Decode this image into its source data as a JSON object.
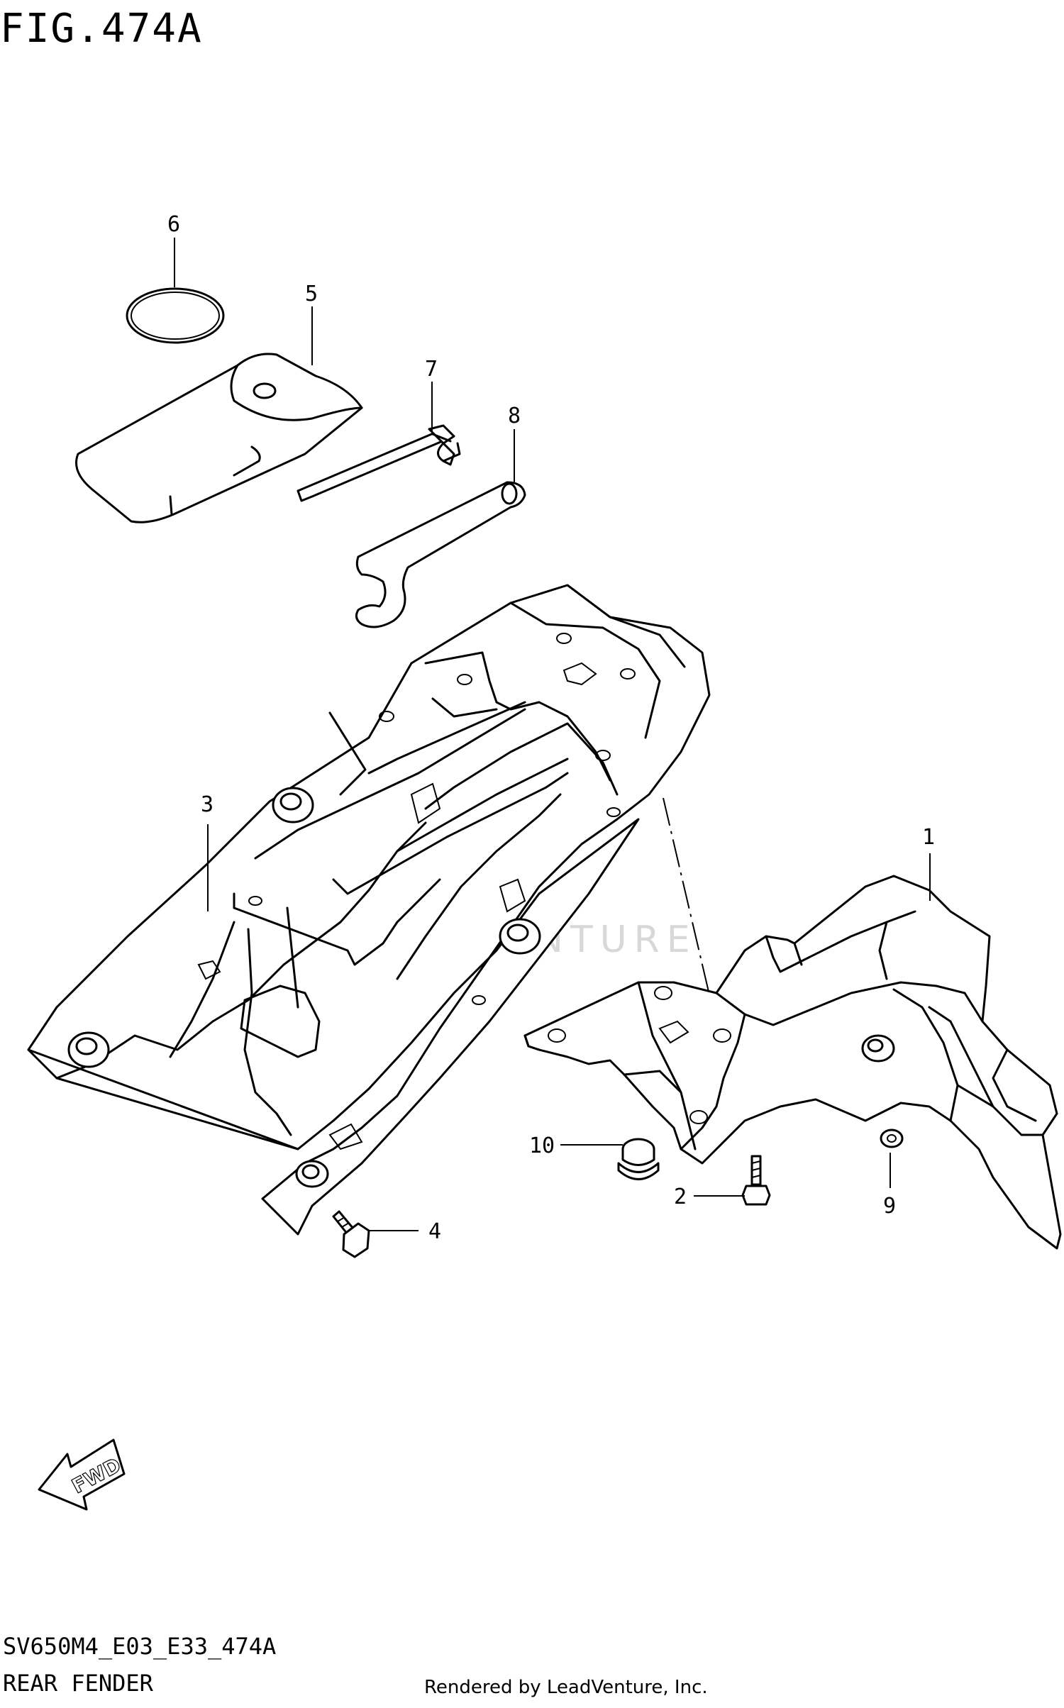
{
  "figure": {
    "title": "FIG.474A"
  },
  "footer": {
    "model_code": "SV650M4_E03_E33_474A",
    "section_title": "REAR FENDER",
    "credit": "Rendered by LeadVenture, Inc."
  },
  "watermark": {
    "text": "LEADVENTURE"
  },
  "direction_badge": {
    "label": "FWD"
  },
  "callouts": {
    "p1": "1",
    "p2": "2",
    "p3": "3",
    "p4": "4",
    "p5": "5",
    "p6": "6",
    "p7": "7",
    "p8": "8",
    "p9": "9",
    "p10": "10"
  }
}
